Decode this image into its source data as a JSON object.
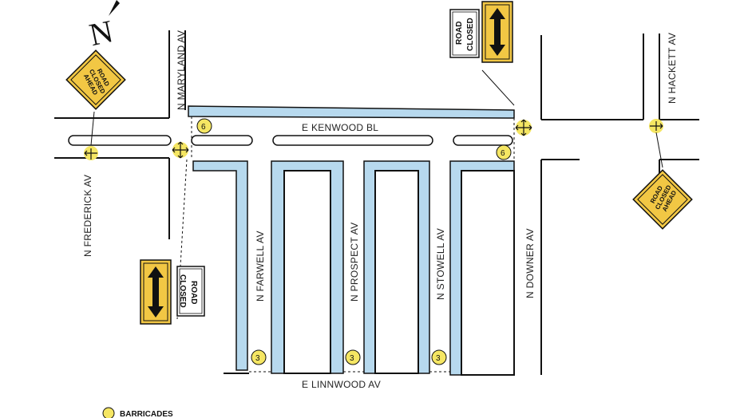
{
  "streets": {
    "n_maryland": "N MARYLAND AV",
    "n_frederick": "N FREDERICK AV",
    "e_kenwood": "E KENWOOD BL",
    "n_farwell": "N FARWELL AV",
    "n_prospect": "N PROSPECT AV",
    "n_stowell": "N STOWELL AV",
    "n_downer": "N DOWNER AV",
    "n_hackett": "N HACKETT AV",
    "e_linnwood": "E LINNWOOD AV"
  },
  "signs": {
    "road_closed_line1": "ROAD",
    "road_closed_line2": "CLOSED",
    "closed_ahead_line1": "ROAD",
    "closed_ahead_line2": "CLOSED",
    "closed_ahead_line3": "AHEAD"
  },
  "barricade_counts": {
    "kenwood_west": "6",
    "kenwood_east": "6",
    "farwell": "3",
    "prospect": "3",
    "stowell": "3"
  },
  "legend": {
    "label": "BARRICADES"
  },
  "colors": {
    "closure_fill": "#b7d9ee",
    "barricade_yellow": "#f5e663",
    "sign_yellow": "#f2c744",
    "street_line": "#111111"
  },
  "north_arrow": {
    "letter": "N"
  }
}
